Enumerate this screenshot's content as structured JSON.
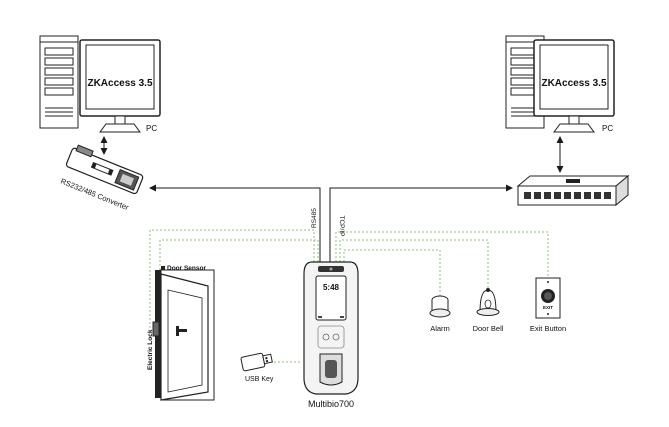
{
  "pc_left": {
    "screen_text": "ZKAccess 3.5",
    "label": "PC"
  },
  "pc_right": {
    "screen_text": "ZKAccess 3.5",
    "label": "PC"
  },
  "converter": {
    "label": "RS232/485 Converter"
  },
  "links": {
    "rs485": "RS485",
    "tcpip": "TCP/IP"
  },
  "door": {
    "sensor_label": "Door Sensor",
    "lock_label": "Electric Lock"
  },
  "usb": {
    "label": "USB Key"
  },
  "device": {
    "label": "Multibio700",
    "screen_text": "5:48"
  },
  "alarm": {
    "label": "Alarm"
  },
  "doorbell": {
    "label": "Door Bell"
  },
  "exit_button": {
    "label": "Exit Button",
    "button_text": "EXIT"
  },
  "colors": {
    "wire": "#8fc07a",
    "line": "#1a1a1a"
  }
}
